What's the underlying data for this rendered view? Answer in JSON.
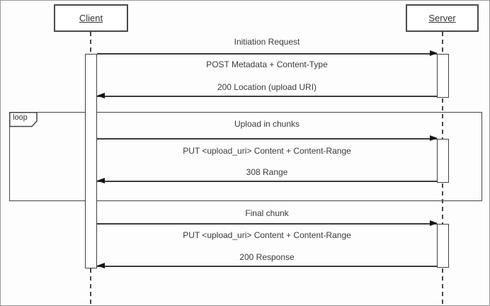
{
  "diagram_type": "uml-sequence",
  "actors": [
    {
      "label": "Client"
    },
    {
      "label": "Server"
    }
  ],
  "loop_fragment": {
    "operator_label": "loop"
  },
  "exchanges": [
    {
      "title": "Initiation Request",
      "request_label": "POST Metadata + Content-Type",
      "response_label": "200 Location (upload URI)"
    },
    {
      "title": "Upload in chunks",
      "request_label": "PUT <upload_uri> Content + Content-Range",
      "response_label": "308 Range"
    },
    {
      "title": "Final chunk",
      "request_label": "PUT <upload_uri> Content + Content-Range",
      "response_label": "200 Response"
    }
  ],
  "colors": {
    "background": "#fdfdfd",
    "line": "#3d3d3d",
    "text": "#3a3a3a",
    "outer_border": "#9b9b9b"
  }
}
